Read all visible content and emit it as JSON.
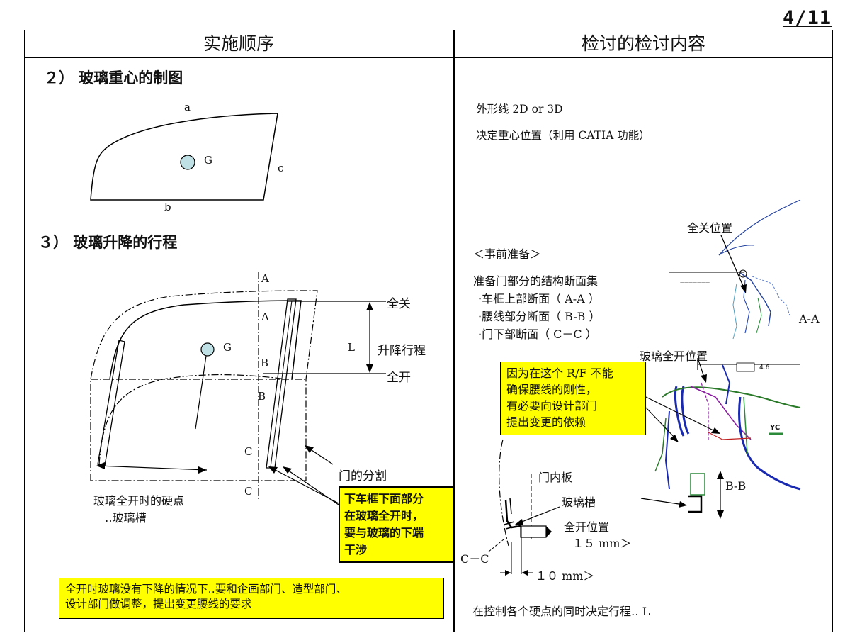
{
  "page_number": "4/11",
  "columns": {
    "left_header": "实施顺序",
    "right_header": "检讨的检讨内容"
  },
  "left": {
    "section2_title": "２）  玻璃重心的制图",
    "fig1": {
      "label_a": "a",
      "label_b": "b",
      "label_c": "c",
      "label_g": "G"
    },
    "section3_title": "３）  玻璃升降的行程",
    "fig2": {
      "label_a1": "A",
      "label_a2": "A",
      "label_b1": "B",
      "label_b2": "B",
      "label_c1": "C",
      "label_c2": "C",
      "label_g": "G",
      "label_l": "L",
      "full_close": "全关",
      "full_open": "全开",
      "stroke": "升降行程",
      "door_split": "门的分割",
      "hardpoint_line1": "玻璃全开时的硬点",
      "hardpoint_line2": "‥玻璃槽"
    },
    "note_interfere": [
      "下车框下面部分",
      "在玻璃全开时，",
      "要与玻璃的下端",
      "干涉"
    ],
    "note_bottom": [
      "全开时玻璃没有下降的情况下‥要和企画部门、造型部门、",
      "设计部门做调整，提出变更腰线的要求"
    ]
  },
  "right": {
    "outline_line": "外形线 2D or 3D",
    "cg_line": "决定重心位置（利用 CATIA 功能）",
    "prep_title": "＜事前准备＞",
    "prep_intro": "准备门部分的结构断面集",
    "prep_items": [
      "·车框上部断面（ A-A ）",
      "·腰线部分断面（ B-B ）",
      "·门下部断面（ C－C ）"
    ],
    "full_close_pos": "全关位置",
    "section_aa": "A-A",
    "glass_full_open_pos": "玻璃全开位置",
    "note_rf": [
      "因为在这个 R/F 不能",
      "确保腰线的刚性，",
      "有必要向设计部门",
      "提出变更的依赖"
    ],
    "dim_4_6": "4.6",
    "yc_label": "YC",
    "section_bb": "B-B",
    "inner_panel": "门内板",
    "glass_run": "玻璃槽",
    "full_open_pos": "全开位置",
    "dim_15": "１５ mm＞",
    "section_cc": "C－C",
    "dim_10": "１０ mm＞",
    "final_line": "在控制各个硬点的同时决定行程‥ L"
  }
}
